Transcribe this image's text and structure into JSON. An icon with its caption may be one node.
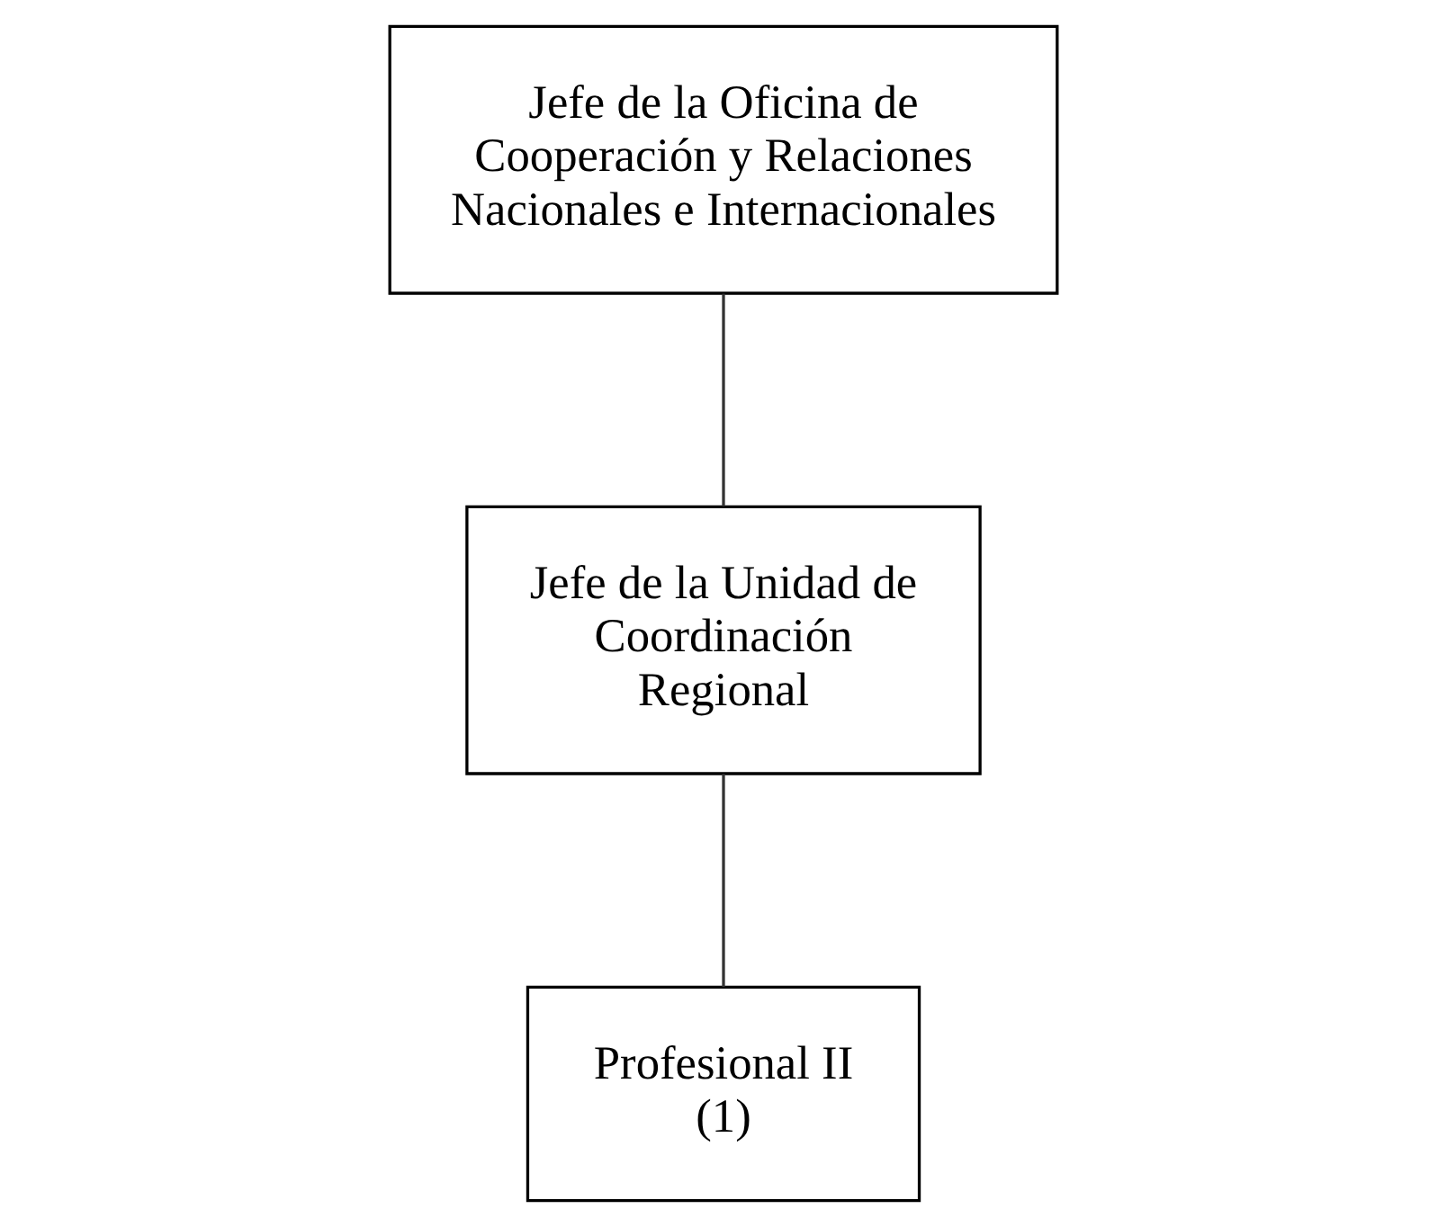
{
  "diagram": {
    "nodes": [
      {
        "text": [
          "Jefe de la Oficina de Cooperación y Relaciones Nacionales e Internacionales"
        ]
      },
      {
        "text": [
          "Jefe de la Unidad de Coordinación Regional"
        ]
      },
      {
        "text": [
          "Profesional II",
          "(1)"
        ]
      }
    ],
    "edges": [
      {
        "from": 0,
        "to": 1,
        "arrow": "none"
      },
      {
        "from": 1,
        "to": 2,
        "arrow": "none"
      }
    ]
  }
}
